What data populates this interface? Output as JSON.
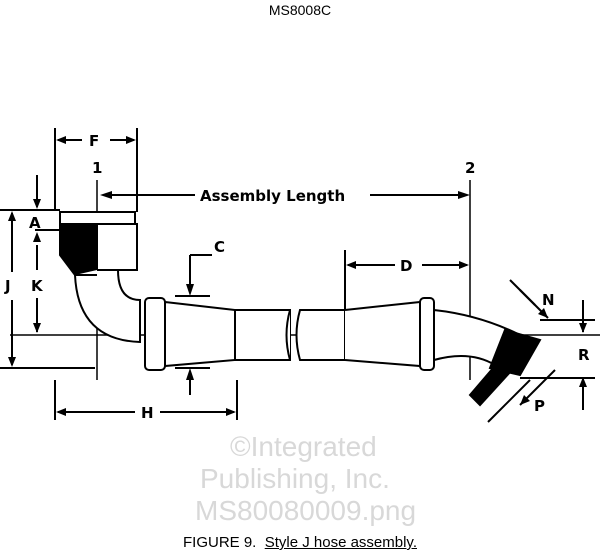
{
  "header": {
    "doc_id": "MS8008C"
  },
  "figure": {
    "caption_number": "FIGURE 9.",
    "caption_title": "Style J hose assembly.",
    "labels": {
      "F": "F",
      "point1": "1",
      "assembly_length": "Assembly Length",
      "point2": "2",
      "A": "A",
      "J": "J",
      "K": "K",
      "C": "C",
      "D": "D",
      "N": "N",
      "R": "R",
      "P": "P",
      "H": "H"
    }
  },
  "watermark": {
    "line1": "©Integrated",
    "line2": "Publishing, Inc.",
    "line3": "MS80080009.png"
  }
}
